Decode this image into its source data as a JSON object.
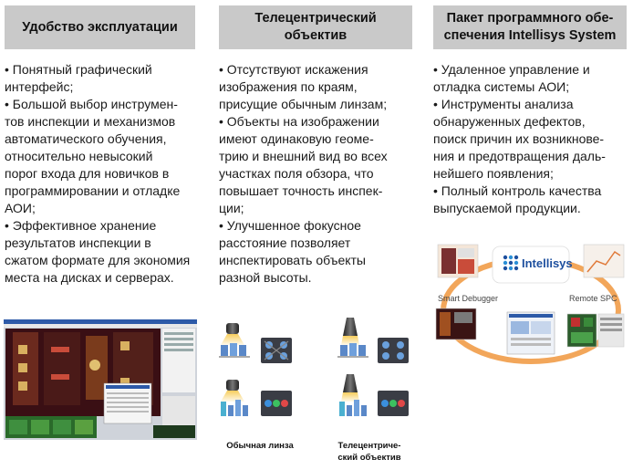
{
  "col1": {
    "title": "Удобство эксплуатации",
    "lines": [
      "• Понятный графический",
      "интерфейс;",
      "• Большой выбор инструмен-",
      "тов инспекции и механизмов",
      "автоматического обучения,",
      "относительно невысокий",
      "порог входа для новичков в",
      "программировании и отладке",
      "АОИ;",
      "• Эффективное хранение",
      "результатов инспекции в",
      "сжатом формате для экономия",
      "места на дисках и серверах."
    ]
  },
  "col2": {
    "title_lines": [
      "Телецентрический",
      "объектив"
    ],
    "lines": [
      "• Отсутствуют искажения",
      "изображения по краям,",
      "присущие обычным линзам;",
      "• Объекты на изображении",
      "имеют одинаковую геоме-",
      "трию и внешний вид во всех",
      "участках поля обзора, что",
      "повышает точность инспек-",
      "ции;",
      "• Улучшенное фокусное",
      "расстояние позволяет",
      "инспектировать объекты",
      "разной высоты."
    ],
    "caption_left": "Обычная линза",
    "caption_right_lines": [
      "Телецентриче-",
      "ский объектив"
    ]
  },
  "col3": {
    "title_lines": [
      "Пакет программного обе-",
      "спечения Intellisys System"
    ],
    "lines": [
      "• Удаленное управление и",
      "отладка системы АОИ;",
      "• Инструменты анализа",
      "обнаруженных дефектов,",
      "поиск причин их возникнове-",
      "ния и предотвращения даль-",
      "нейшего появления;",
      "• Полный контроль качества",
      "выпускаемой продукции."
    ],
    "diagram": {
      "logo": "Intellisys",
      "label_left": "Smart Debugger",
      "label_right": "Remote SPC"
    }
  },
  "colors": {
    "header_bg": "#c9c9c9",
    "ring": "#f2a65a",
    "logo_text": "#1d4f9e"
  }
}
